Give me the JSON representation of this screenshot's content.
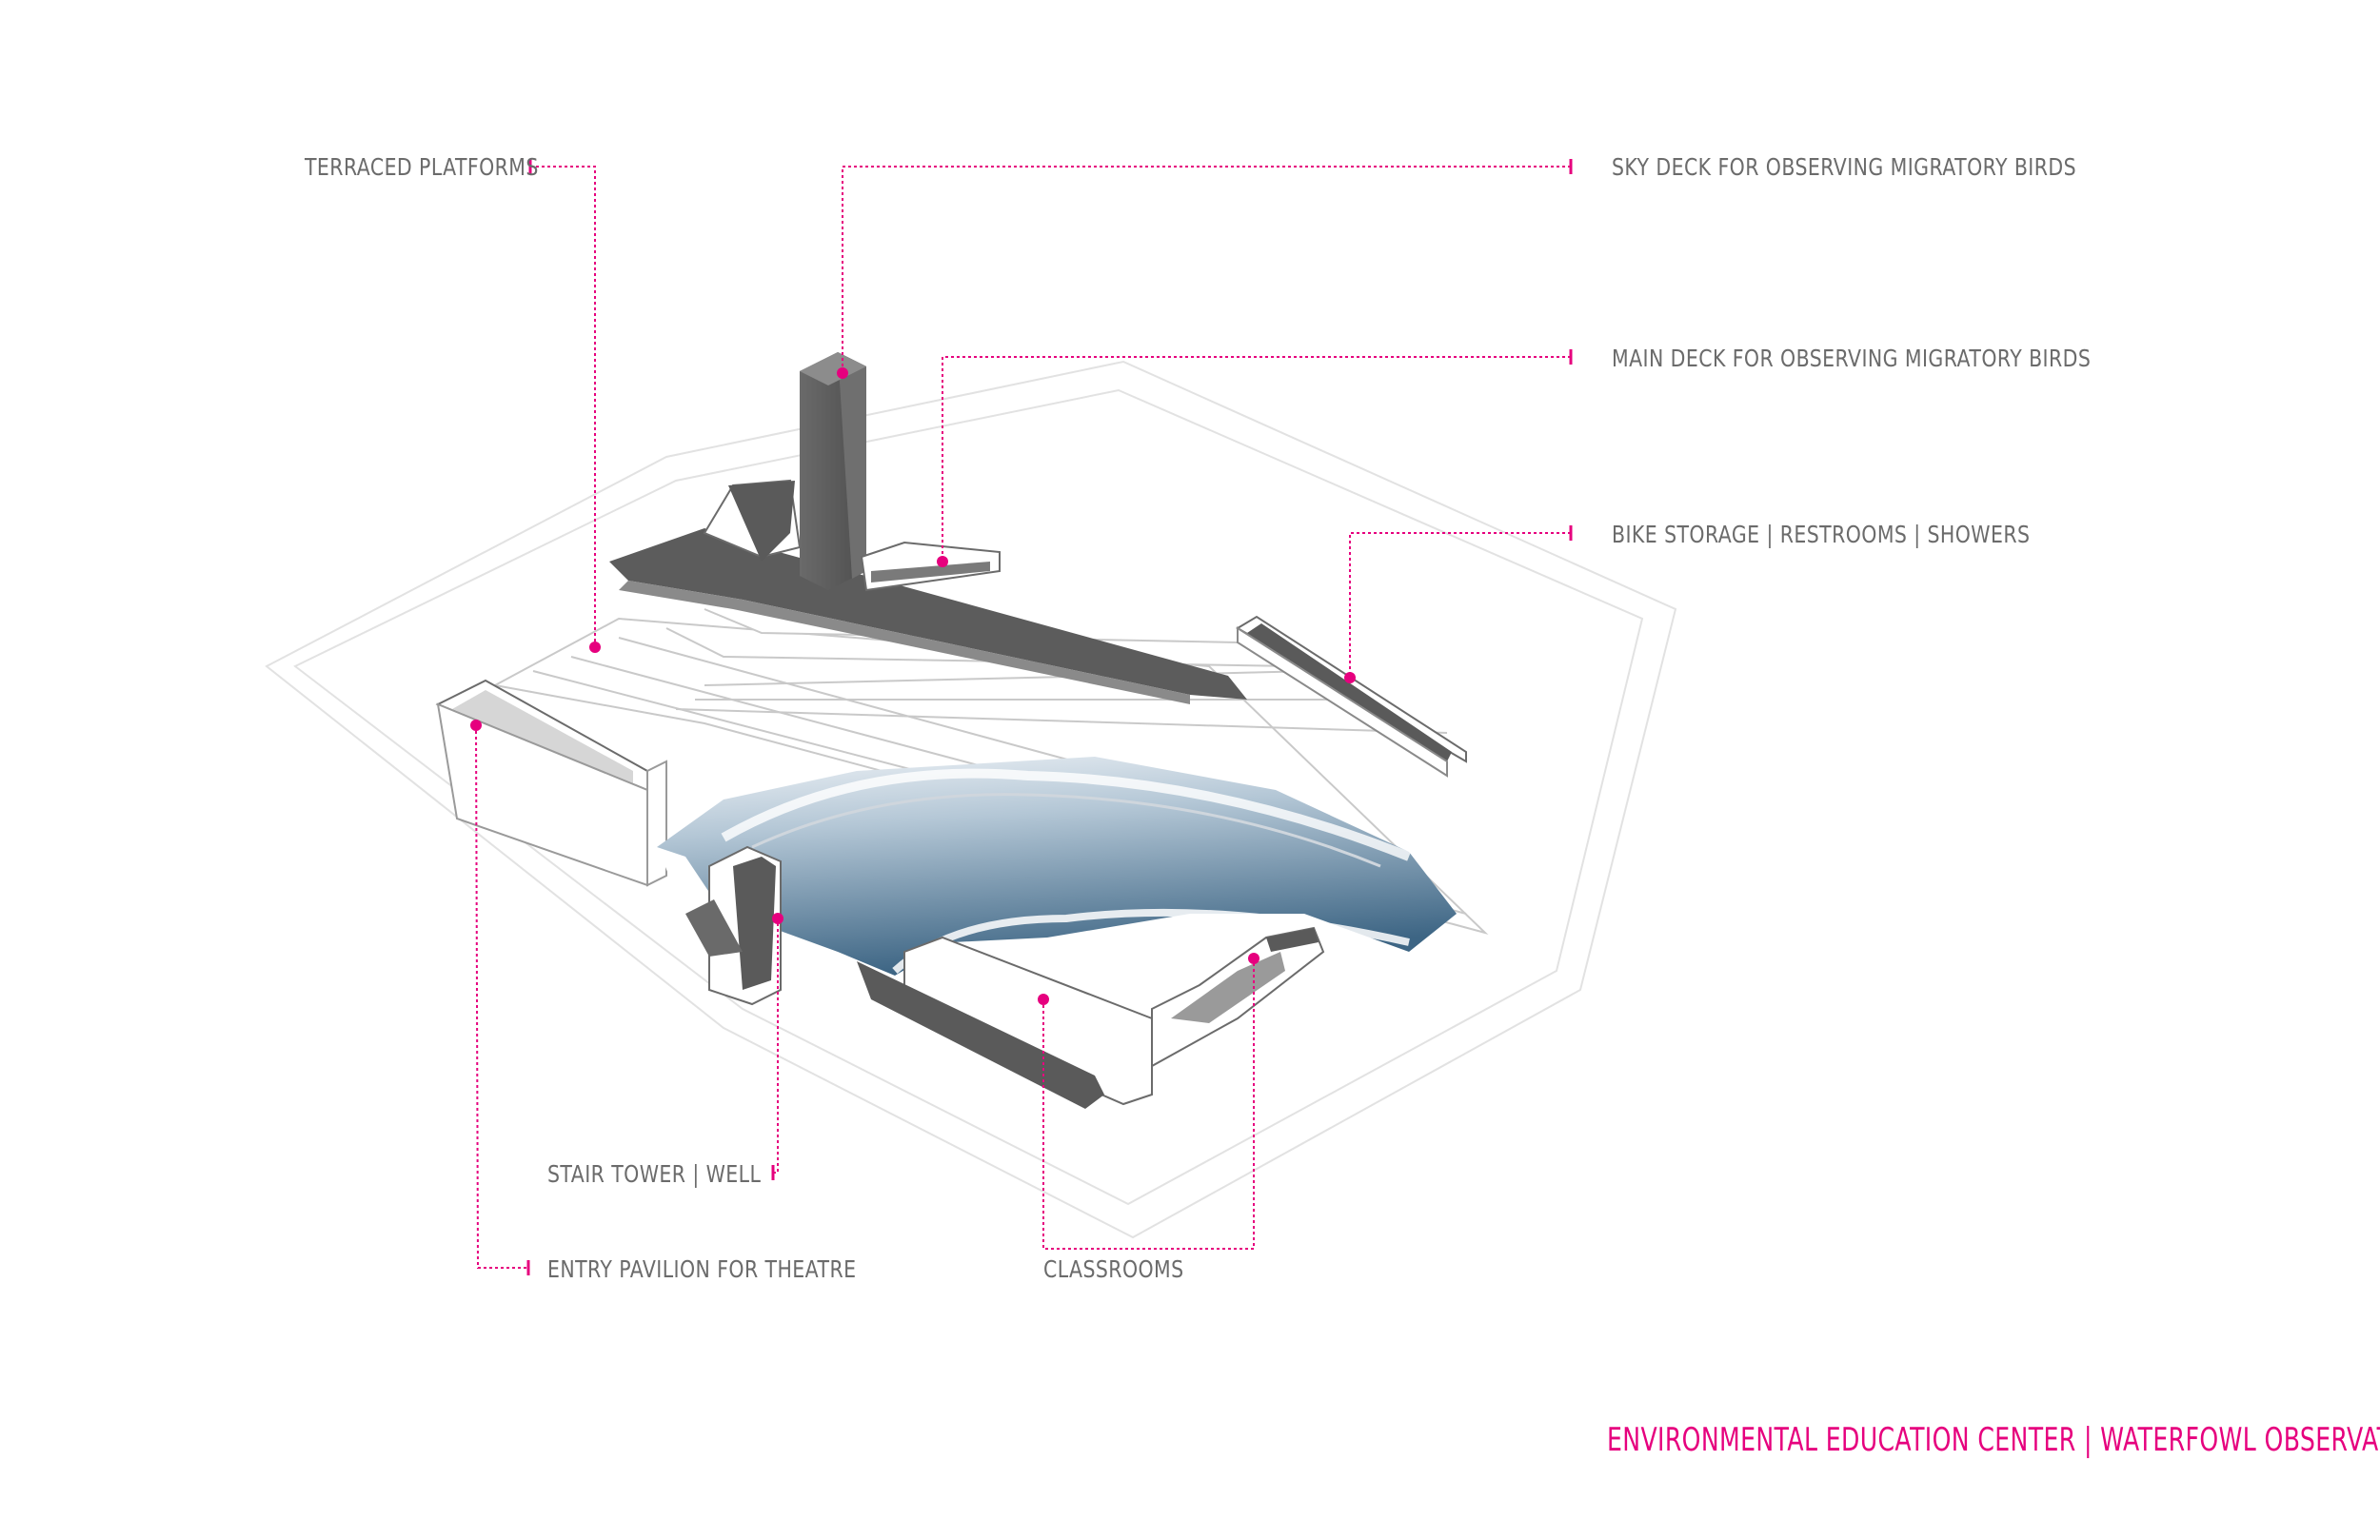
{
  "labels": {
    "terraced_platforms": "TERRACED PLATFORMS",
    "sky_deck": "SKY DECK FOR OBSERVING MIGRATORY BIRDS",
    "main_deck": "MAIN DECK FOR OBSERVING MIGRATORY BIRDS",
    "bike_storage": "BIKE STORAGE | RESTROOMS | SHOWERS",
    "stair_tower": "STAIR TOWER | WELL",
    "entry_pavilion": "ENTRY PAVILION FOR THEATRE",
    "classrooms": "CLASSROOMS"
  },
  "title": "ENVIRONMENTAL EDUCATION CENTER | WATERFOWL OBSERVATORY",
  "colors": {
    "accent": "#e6007e",
    "label_text": "#6b6b6b",
    "structure_dark": "#5a5a5a",
    "water_top": "#dde6ee",
    "water_deep": "#3d6584"
  }
}
